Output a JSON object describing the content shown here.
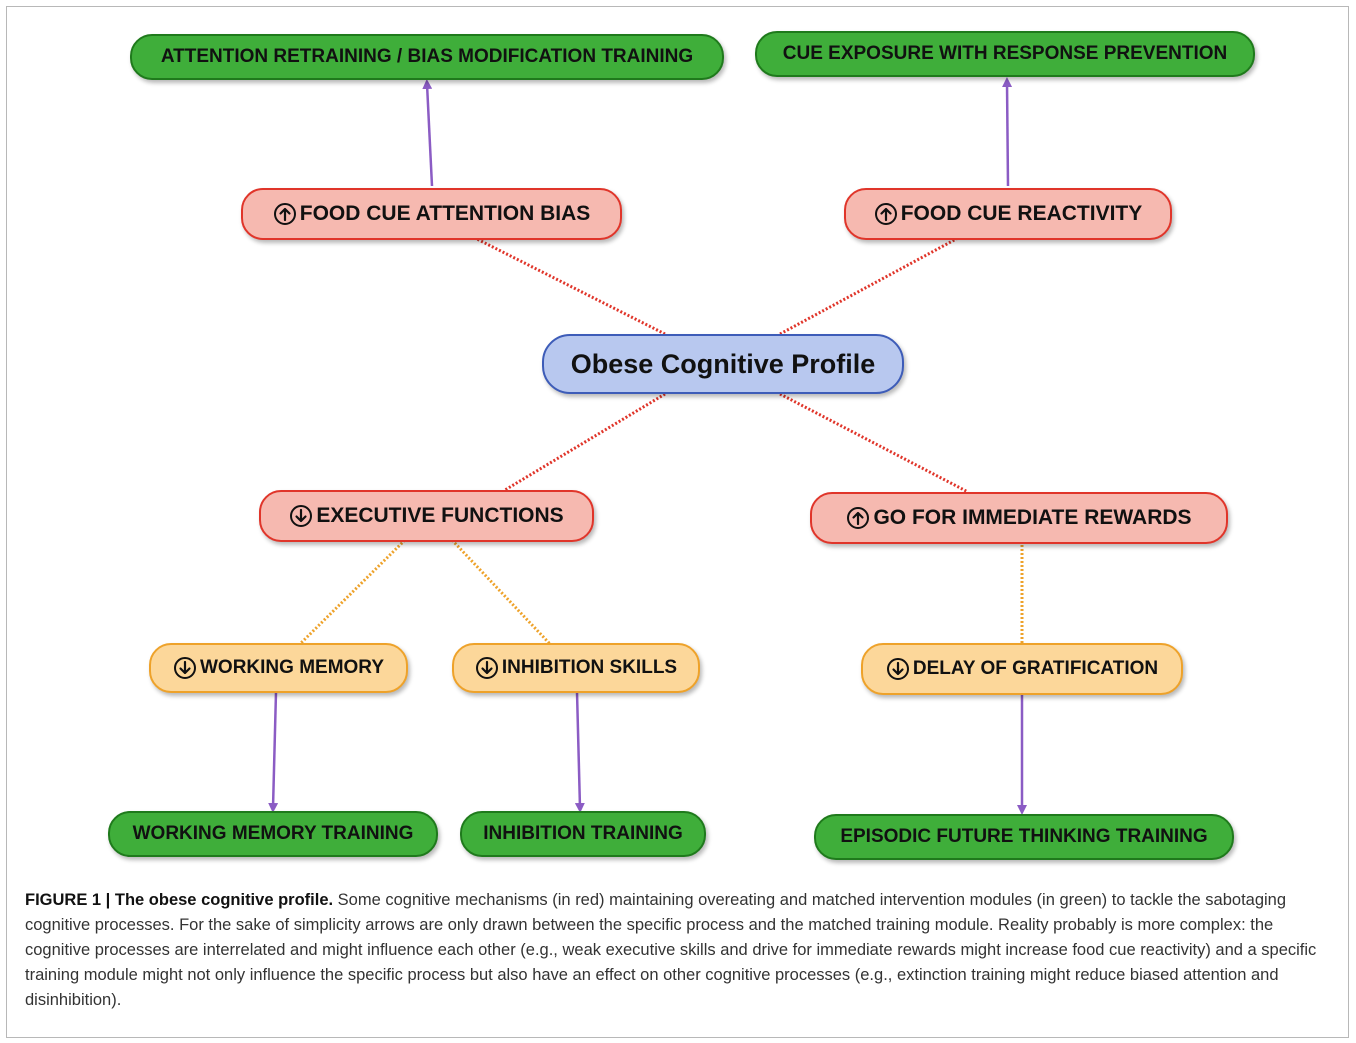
{
  "diagram": {
    "center": "Obese Cognitive Profile",
    "problems": {
      "attention_bias": "FOOD CUE ATTENTION BIAS",
      "reactivity": "FOOD CUE REACTIVITY",
      "executive": "EXECUTIVE FUNCTIONS",
      "rewards": "GO FOR IMMEDIATE REWARDS"
    },
    "subprocesses": {
      "working_memory": "WORKING MEMORY",
      "inhibition": "INHIBITION SKILLS",
      "delay": "DELAY OF GRATIFICATION"
    },
    "trainings": {
      "attention": "ATTENTION RETRAINING / BIAS MODIFICATION TRAINING",
      "cue_exposure": "CUE EXPOSURE WITH RESPONSE PREVENTION",
      "working_memory": "WORKING MEMORY TRAINING",
      "inhibition": "INHIBITION TRAINING",
      "episodic": "EPISODIC FUTURE THINKING TRAINING"
    },
    "directions": {
      "attention_bias": "up-arrow-icon",
      "reactivity": "up-arrow-icon",
      "executive": "down-arrow-icon",
      "rewards": "up-arrow-icon",
      "working_memory": "down-arrow-icon",
      "inhibition": "down-arrow-icon",
      "delay": "down-arrow-icon"
    },
    "colors": {
      "training": "#3fae3a",
      "problem": "#f6b9b0",
      "subprocess": "#fcd79a",
      "center": "#b8c8ef",
      "arrow": "#8b5cc4",
      "red_link": "#e0352a",
      "orange_link": "#eea22a"
    }
  },
  "caption": {
    "label": "FIGURE 1 | The obese cognitive profile.",
    "text": " Some cognitive mechanisms (in red) maintaining overeating and matched intervention modules (in green) to tackle the sabotaging cognitive processes. For the sake of simplicity arrows are only drawn between the specific process and the matched training module. Reality probably is more complex: the cognitive processes are interrelated and might influence each other (e.g., weak executive skills and drive for immediate rewards might increase food cue reactivity) and a specific training module might not only influence the specific process but also have an effect on other cognitive processes (e.g., extinction training might reduce biased attention and disinhibition)."
  }
}
